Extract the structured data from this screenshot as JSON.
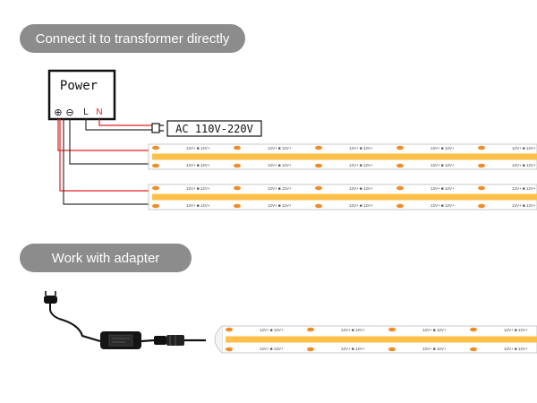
{
  "headings": {
    "transformer": "Connect it to transformer directly",
    "adapter": "Work with adapter"
  },
  "power_box": {
    "title": "Power",
    "terminal_plus": "⊕",
    "terminal_minus": "⊖",
    "terminal_l": "L",
    "terminal_n": "N"
  },
  "ac_label": "AC 110V-220V",
  "strip": {
    "segment_label": "12V+",
    "led_color": "#FDC04A",
    "pad_color": "#F08C28"
  },
  "wire_colors": {
    "positive": "#e02020",
    "negative": "#333333"
  }
}
